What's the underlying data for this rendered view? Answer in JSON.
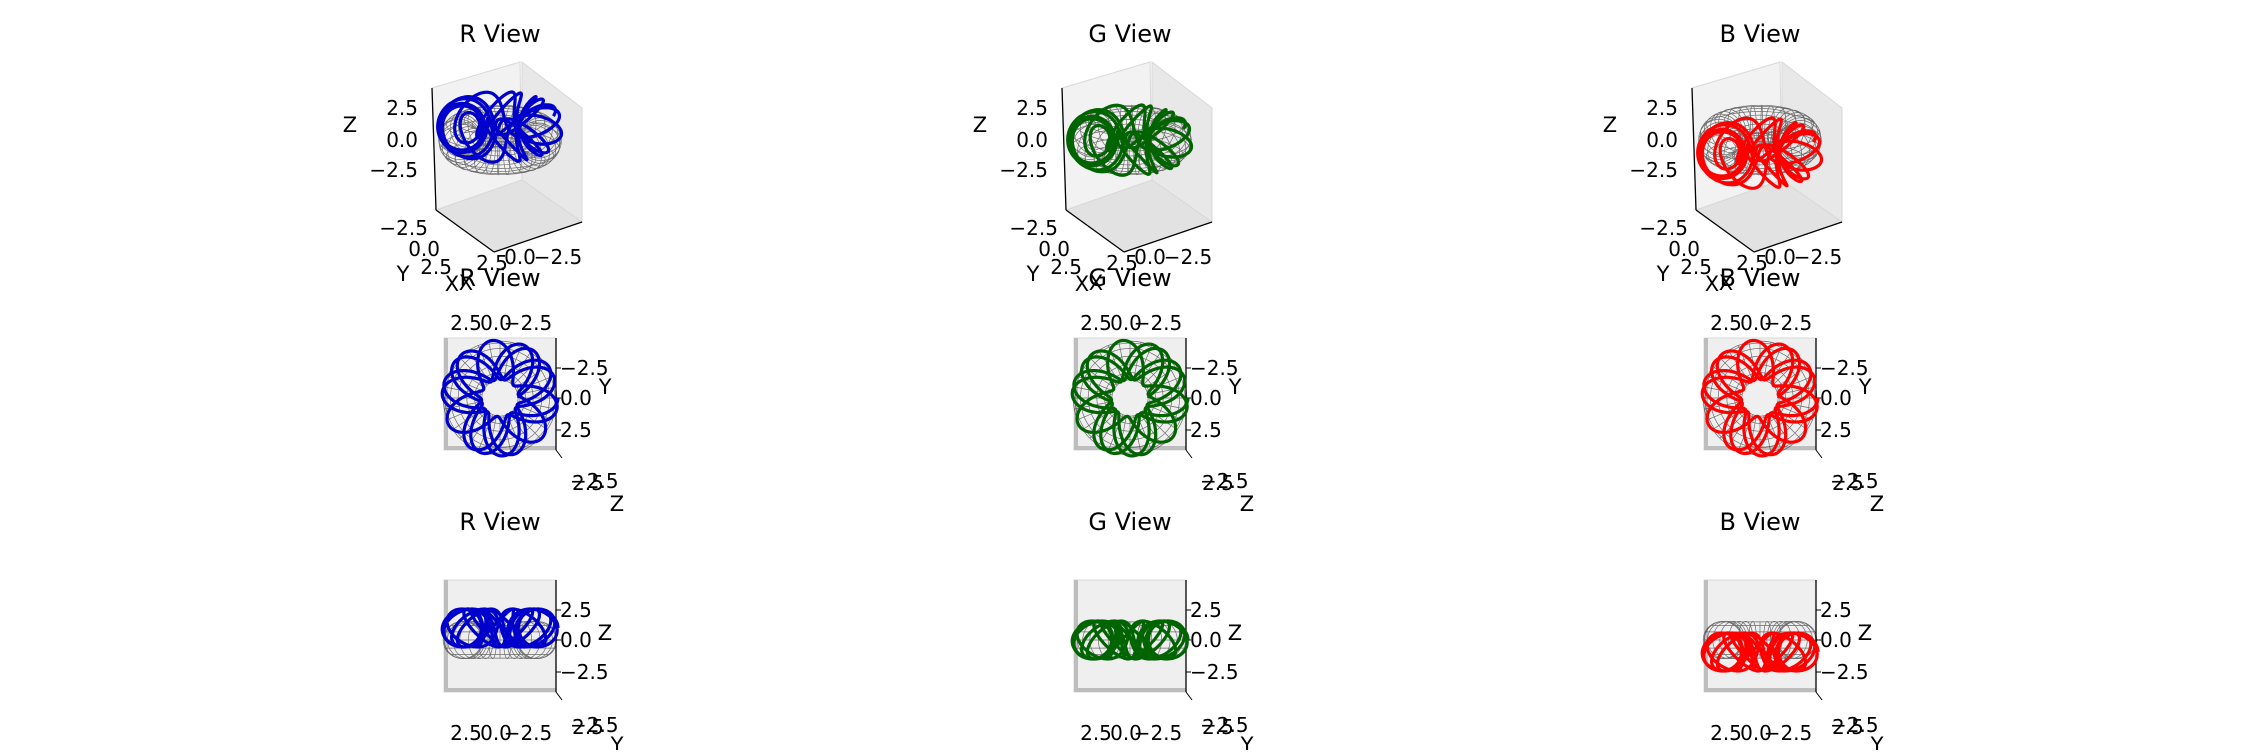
{
  "chart_data": [
    {
      "type": "3d-wireframe",
      "title": "R View",
      "view": "perspective",
      "xlabel": "X",
      "ylabel": "Y",
      "zlabel": "Z",
      "xticks": [
        "2.5",
        "0.0",
        "−2.5"
      ],
      "yticks": [
        "−2.5",
        "0.0",
        "2.5"
      ],
      "zticks": [
        "2.5",
        "0.0",
        "−2.5"
      ],
      "surface": "torus",
      "surface_color": "#000000",
      "curve_color": "#0000cc",
      "curve_offset_z": 1
    },
    {
      "type": "3d-wireframe",
      "title": "G View",
      "view": "perspective",
      "xlabel": "X",
      "ylabel": "Y",
      "zlabel": "Z",
      "xticks": [
        "2.5",
        "0.0",
        "−2.5"
      ],
      "yticks": [
        "−2.5",
        "0.0",
        "2.5"
      ],
      "zticks": [
        "2.5",
        "0.0",
        "−2.5"
      ],
      "surface": "torus",
      "surface_color": "#000000",
      "curve_color": "#006400",
      "curve_offset_z": 0
    },
    {
      "type": "3d-wireframe",
      "title": "B View",
      "view": "perspective",
      "xlabel": "X",
      "ylabel": "Y",
      "zlabel": "Z",
      "xticks": [
        "2.5",
        "0.0",
        "−2.5"
      ],
      "yticks": [
        "−2.5",
        "0.0",
        "2.5"
      ],
      "zticks": [
        "2.5",
        "0.0",
        "−2.5"
      ],
      "surface": "torus",
      "surface_color": "#000000",
      "curve_color": "#ff0000",
      "curve_offset_z": -1
    },
    {
      "type": "3d-wireframe",
      "title": "R View",
      "view": "top",
      "xlabel": "X",
      "ylabel": "Y",
      "zlabel": "Z",
      "xticks": [
        "2.5",
        "0.0",
        "−2.5"
      ],
      "yticks": [
        "−2.5",
        "0.0",
        "2.5"
      ],
      "zticks": [
        "−2.5",
        "0.0",
        "2.5"
      ],
      "surface": "torus",
      "surface_color": "#000000",
      "curve_color": "#0000cc",
      "curve_offset_z": 1
    },
    {
      "type": "3d-wireframe",
      "title": "G View",
      "view": "top",
      "xlabel": "X",
      "ylabel": "Y",
      "zlabel": "Z",
      "xticks": [
        "2.5",
        "0.0",
        "−2.5"
      ],
      "yticks": [
        "−2.5",
        "0.0",
        "2.5"
      ],
      "zticks": [
        "−2.5",
        "0.0",
        "2.5"
      ],
      "surface": "torus",
      "surface_color": "#000000",
      "curve_color": "#006400",
      "curve_offset_z": 0
    },
    {
      "type": "3d-wireframe",
      "title": "B View",
      "view": "top",
      "xlabel": "X",
      "ylabel": "Y",
      "zlabel": "Z",
      "xticks": [
        "2.5",
        "0.0",
        "−2.5"
      ],
      "yticks": [
        "−2.5",
        "0.0",
        "2.5"
      ],
      "zticks": [
        "−2.5",
        "0.0",
        "2.5"
      ],
      "surface": "torus",
      "surface_color": "#000000",
      "curve_color": "#ff0000",
      "curve_offset_z": -1
    },
    {
      "type": "3d-wireframe",
      "title": "R View",
      "view": "side",
      "xlabel": "X",
      "ylabel": "Y",
      "zlabel": "Z",
      "xticks": [
        "2.5",
        "0.0",
        "−2.5"
      ],
      "yticks": [
        "−2.5",
        "0.0",
        "2.5"
      ],
      "zticks": [
        "2.5",
        "0.0",
        "−2.5"
      ],
      "surface": "torus",
      "surface_color": "#000000",
      "curve_color": "#0000cc",
      "curve_offset_z": 1
    },
    {
      "type": "3d-wireframe",
      "title": "G View",
      "view": "side",
      "xlabel": "X",
      "ylabel": "Y",
      "zlabel": "Z",
      "xticks": [
        "2.5",
        "0.0",
        "−2.5"
      ],
      "yticks": [
        "−2.5",
        "0.0",
        "2.5"
      ],
      "zticks": [
        "2.5",
        "0.0",
        "−2.5"
      ],
      "surface": "torus",
      "surface_color": "#000000",
      "curve_color": "#006400",
      "curve_offset_z": 0
    },
    {
      "type": "3d-wireframe",
      "title": "B View",
      "view": "side",
      "xlabel": "X",
      "ylabel": "Y",
      "zlabel": "Z",
      "xticks": [
        "2.5",
        "0.0",
        "−2.5"
      ],
      "yticks": [
        "−2.5",
        "0.0",
        "2.5"
      ],
      "zticks": [
        "2.5",
        "0.0",
        "−2.5"
      ],
      "surface": "torus",
      "surface_color": "#000000",
      "curve_color": "#ff0000",
      "curve_offset_z": -1
    }
  ]
}
